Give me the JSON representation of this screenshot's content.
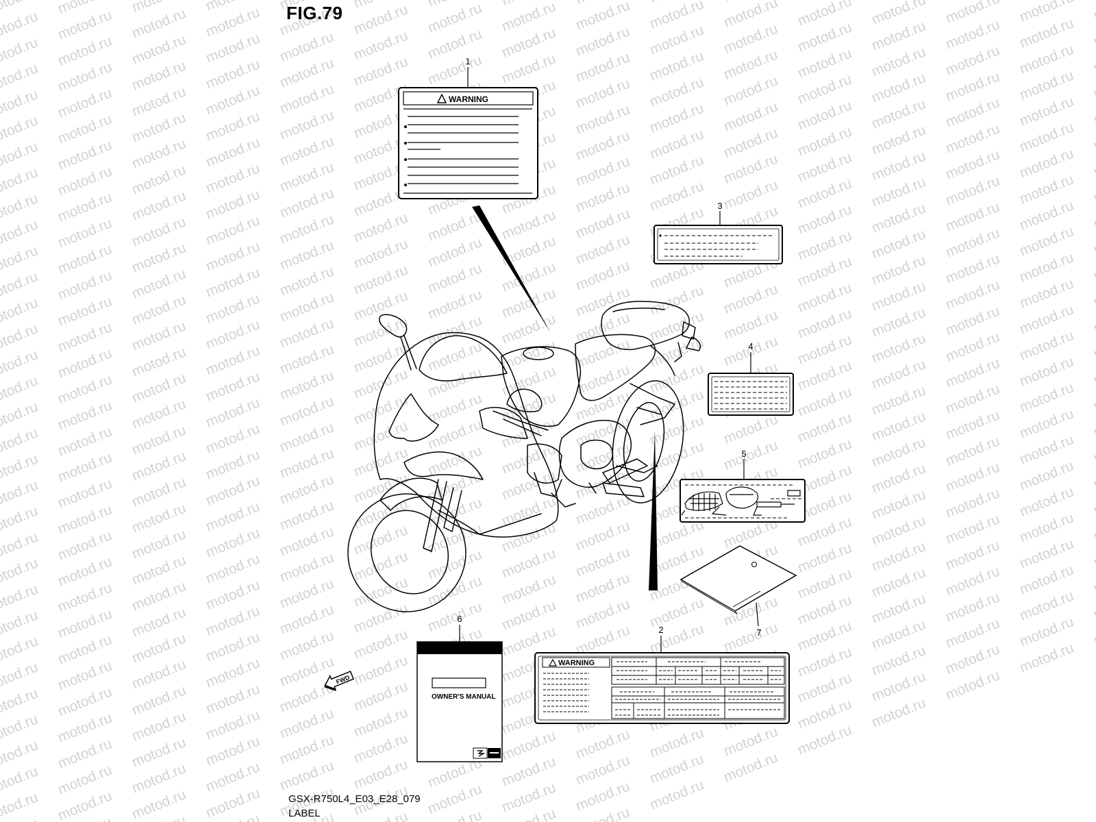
{
  "figure": {
    "title": "FIG.79"
  },
  "footer": {
    "model_code": "GSX-R750L4_E03_E28_079",
    "section_name": "LABEL"
  },
  "watermark": {
    "text": "motod.ru",
    "color": "#d2d2d2"
  },
  "callouts": [
    "1",
    "2",
    "3",
    "4",
    "5",
    "6",
    "7"
  ],
  "labels": {
    "warning_text": "WARNING",
    "owners_manual_text": "OWNER'S MANUAL",
    "fwd_text": "FWD"
  },
  "icons": [
    "warning-triangle-icon",
    "fwd-arrow-icon",
    "suzuki-logo-icon"
  ]
}
